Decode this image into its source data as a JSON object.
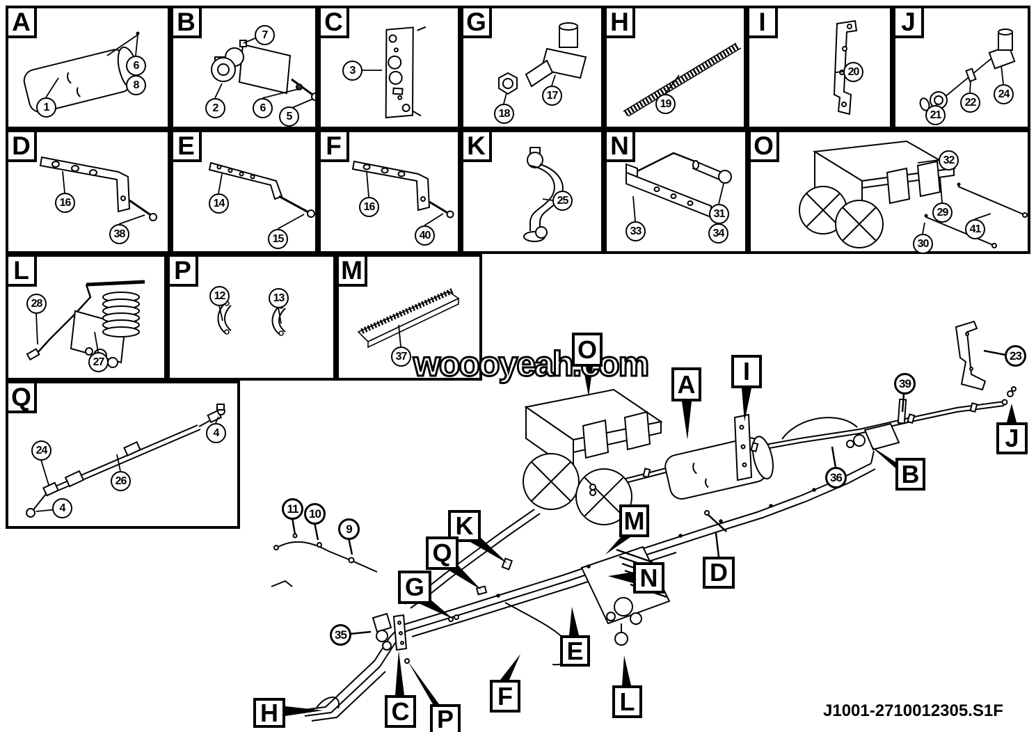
{
  "watermark": "woooyeah.com",
  "footer_code": "J1001-2710012305.S1F",
  "panels": [
    {
      "letter": "A",
      "callouts": [
        "1",
        "6",
        "8"
      ]
    },
    {
      "letter": "B",
      "callouts": [
        "7",
        "2",
        "6",
        "5"
      ]
    },
    {
      "letter": "C",
      "callouts": [
        "3"
      ]
    },
    {
      "letter": "G",
      "callouts": [
        "18",
        "17"
      ]
    },
    {
      "letter": "H",
      "callouts": [
        "19"
      ]
    },
    {
      "letter": "I",
      "callouts": [
        "20"
      ]
    },
    {
      "letter": "J",
      "callouts": [
        "21",
        "22",
        "24"
      ]
    },
    {
      "letter": "D",
      "callouts": [
        "16",
        "38"
      ]
    },
    {
      "letter": "E",
      "callouts": [
        "14",
        "15"
      ]
    },
    {
      "letter": "F",
      "callouts": [
        "16",
        "40"
      ]
    },
    {
      "letter": "K",
      "callouts": [
        "25"
      ]
    },
    {
      "letter": "N",
      "callouts": [
        "33",
        "31",
        "34"
      ]
    },
    {
      "letter": "O",
      "callouts": [
        "32",
        "29",
        "41",
        "30"
      ]
    },
    {
      "letter": "L",
      "callouts": [
        "28",
        "27"
      ]
    },
    {
      "letter": "P",
      "callouts": [
        "12",
        "13"
      ]
    },
    {
      "letter": "M",
      "callouts": [
        "37"
      ]
    },
    {
      "letter": "Q",
      "callouts": [
        "4",
        "24",
        "26",
        "4"
      ]
    }
  ],
  "assembly": {
    "letters": [
      "O",
      "A",
      "I",
      "J",
      "B",
      "K",
      "Q",
      "G",
      "M",
      "N",
      "D",
      "E",
      "F",
      "L",
      "C",
      "P",
      "H"
    ],
    "numbers": [
      "23",
      "39",
      "36",
      "11",
      "10",
      "9",
      "35"
    ]
  }
}
